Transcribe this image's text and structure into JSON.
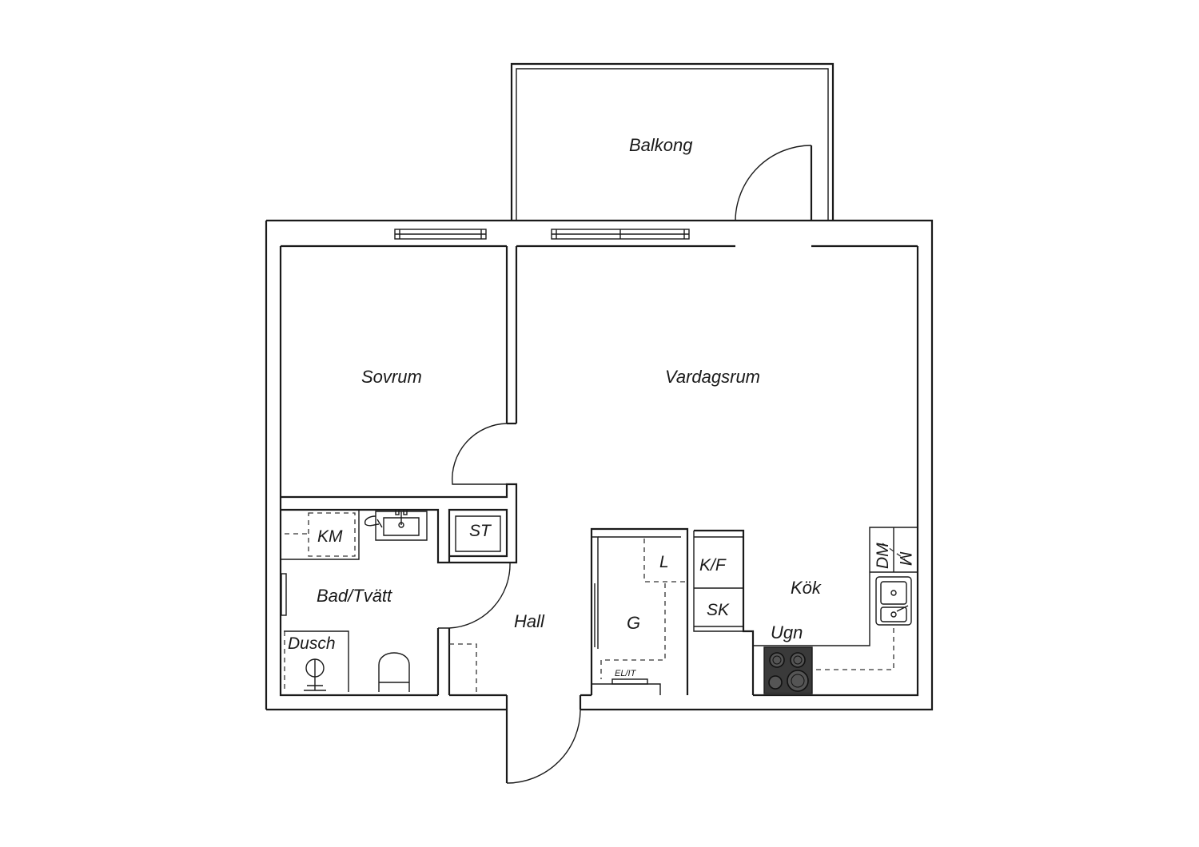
{
  "labels": {
    "balkong": "Balkong",
    "sovrum": "Sovrum",
    "vardagsrum": "Vardagsrum",
    "km": "KM",
    "st": "ST",
    "bad_tvatt": "Bad/Tvätt",
    "dusch": "Dusch",
    "hall": "Hall",
    "l": "L",
    "g": "G",
    "el_it": "EL/IT",
    "k_f": "K/F",
    "sk": "SK",
    "kok": "Kök",
    "ugn": "Ugn",
    "dm": "DM",
    "m": "M"
  },
  "colors": {
    "line": "#1a1a1a",
    "stove": "#3a3a3a",
    "background": "#ffffff"
  }
}
